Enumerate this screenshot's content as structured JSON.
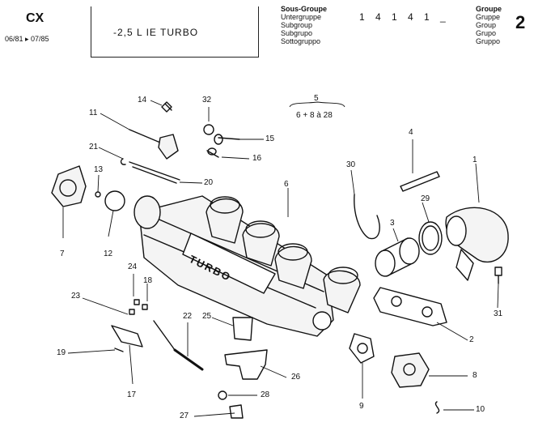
{
  "header": {
    "model": "CX",
    "dates": "06/81 ▸ 07/85",
    "engine": "-2,5 L IE TURBO",
    "subgroup_labels": [
      "Sous-Groupe",
      "Untergruppe",
      "Subgroup",
      "Subgrupo",
      "Sottogruppo"
    ],
    "subgroup_number": "1 4 1 4 1 _",
    "group_labels": [
      "Groupe",
      "Gruppe",
      "Group",
      "Grupo",
      "Gruppo"
    ],
    "group_number": "2"
  },
  "callouts": {
    "c5": "5",
    "c5_sub": "6 + 8 à 28",
    "c14": "14",
    "c32": "32",
    "c11": "11",
    "c15": "15",
    "c16": "16",
    "c21": "21",
    "c13": "13",
    "c20": "20",
    "c4": "4",
    "c1": "1",
    "c30": "30",
    "c6": "6",
    "c29": "29",
    "c3": "3",
    "c7": "7",
    "c12": "12",
    "c24": "24",
    "c18": "18",
    "c23": "23",
    "c22": "22",
    "c25": "25",
    "c2": "2",
    "c31": "31",
    "c19": "19",
    "c26": "26",
    "c17": "17",
    "c8": "8",
    "c9": "9",
    "c28": "28",
    "c27": "27",
    "c10": "10"
  },
  "turbo_badge": "TURBO"
}
